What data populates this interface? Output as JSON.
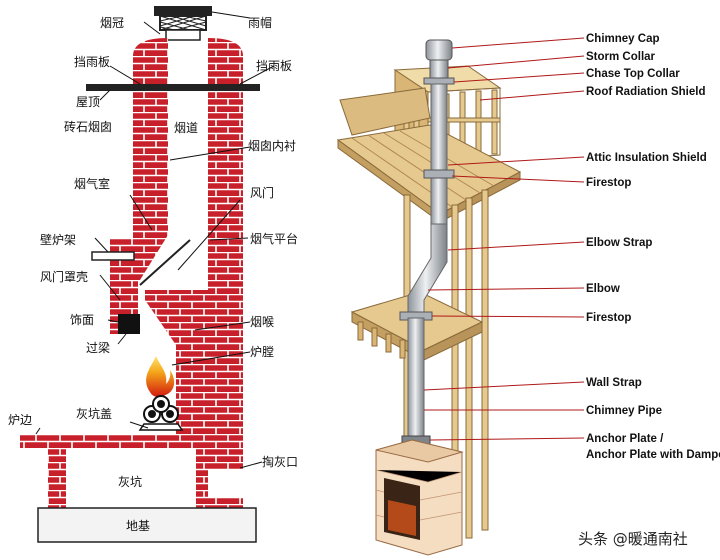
{
  "left_diagram": {
    "labels": {
      "yanmao": "烟冠",
      "yumao": "雨帽",
      "dangyuban_l": "挡雨板",
      "dangyuban_r": "挡雨板",
      "wuding": "屋顶",
      "zhuanshi": "砖石烟囱",
      "yandao": "烟道",
      "neichen": "烟囱内衬",
      "yanqishi": "烟气室",
      "fengmen": "风门",
      "bilujia": "壁炉架",
      "yanqipingtai": "烟气平台",
      "fengmenzhaoke": "风门罩壳",
      "shimian": "饰面",
      "yanhou": "烟喉",
      "guoliang": "过梁",
      "lutang": "炉膛",
      "lubian": "炉边",
      "huikenggai": "灰坑盖",
      "taohuikou": "掏灰口",
      "huikeng": "灰坑",
      "diji": "地基"
    },
    "colors": {
      "brick": "#c8202a",
      "mortar": "#ffffff",
      "ground": "#f4f4f4"
    }
  },
  "right_diagram": {
    "labels": {
      "cap": "Chimney Cap",
      "storm": "Storm Collar",
      "chase": "Chase Top Collar",
      "roofshield": "Roof Radiation Shield",
      "attic": "Attic Insulation Shield",
      "firestop1": "Firestop",
      "elbowstrap": "Elbow Strap",
      "elbow": "Elbow",
      "firestop2": "Firestop",
      "wallstrap": "Wall Strap",
      "pipe": "Chimney Pipe",
      "anchor1": "Anchor Plate /",
      "anchor2": "Anchor Plate with Damper"
    },
    "colors": {
      "wood": "#e6c98f",
      "wood_dark": "#b8935a",
      "lead": "#b01818",
      "pipe": "#c9cdd2"
    }
  },
  "watermark": "头条 @暖通南社"
}
